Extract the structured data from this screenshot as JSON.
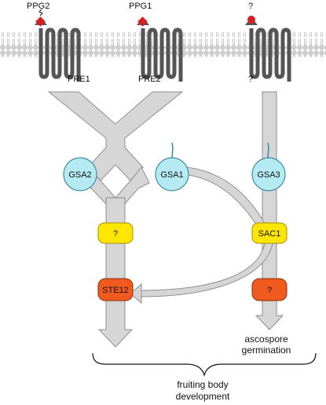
{
  "receptors": {
    "left_ligand": "PPG2",
    "mid_ligand": "PPG1",
    "right_ligand": "?",
    "left_receptor": "PRE1",
    "mid_receptor": "PRE2",
    "right_receptor": "?"
  },
  "nodes": {
    "gsa2": "GSA2",
    "gsa1": "GSA1",
    "gsa3": "GSA3",
    "left_yellow": "?",
    "sac1": "SAC1",
    "ste12": "STE12",
    "right_orange": "?"
  },
  "outcomes": {
    "ascospore_line1": "ascospore",
    "ascospore_line2": "germination",
    "fruiting_line1": "fruiting body",
    "fruiting_line2": "development"
  },
  "colors": {
    "membrane": "#c8c8c8",
    "receptor": "#555555",
    "pathway": "#d6d6d6",
    "pathway_stroke": "#8f8f8f",
    "g_alpha": "#b6eaf2",
    "g_alpha_stroke": "#3c8ea0",
    "yellow_node": "#ffe600",
    "orange_node": "#f05a1e",
    "ligand": "#d62020"
  }
}
